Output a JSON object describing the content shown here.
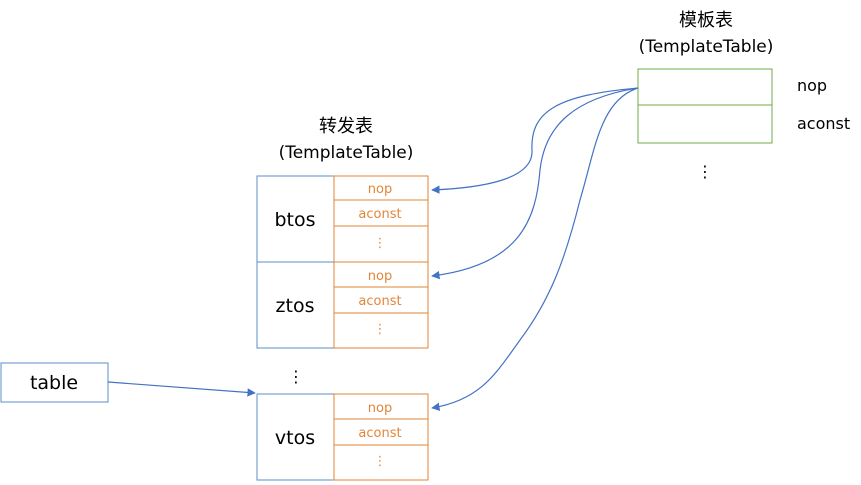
{
  "colors": {
    "blue_border": "#5b8cc7",
    "orange_border": "#e2863a",
    "green_border": "#70ad47",
    "arrow": "#4472c4",
    "text": "#000000",
    "cell_text": "#e2863a"
  },
  "template_table": {
    "title": "模板表",
    "subtitle": "(TemplateTable)",
    "rows": [
      "nop",
      "aconst"
    ],
    "ellipsis": "⋮"
  },
  "dispatch_table": {
    "title": "转发表",
    "subtitle": "(TemplateTable)",
    "groups": [
      {
        "name": "btos",
        "cells": [
          "nop",
          "aconst",
          "⋮"
        ]
      },
      {
        "name": "ztos",
        "cells": [
          "nop",
          "aconst",
          "⋮"
        ]
      },
      {
        "name": "vtos",
        "cells": [
          "nop",
          "aconst",
          "⋮"
        ]
      }
    ],
    "ellipsis": "⋮"
  },
  "table_box": {
    "label": "table"
  }
}
